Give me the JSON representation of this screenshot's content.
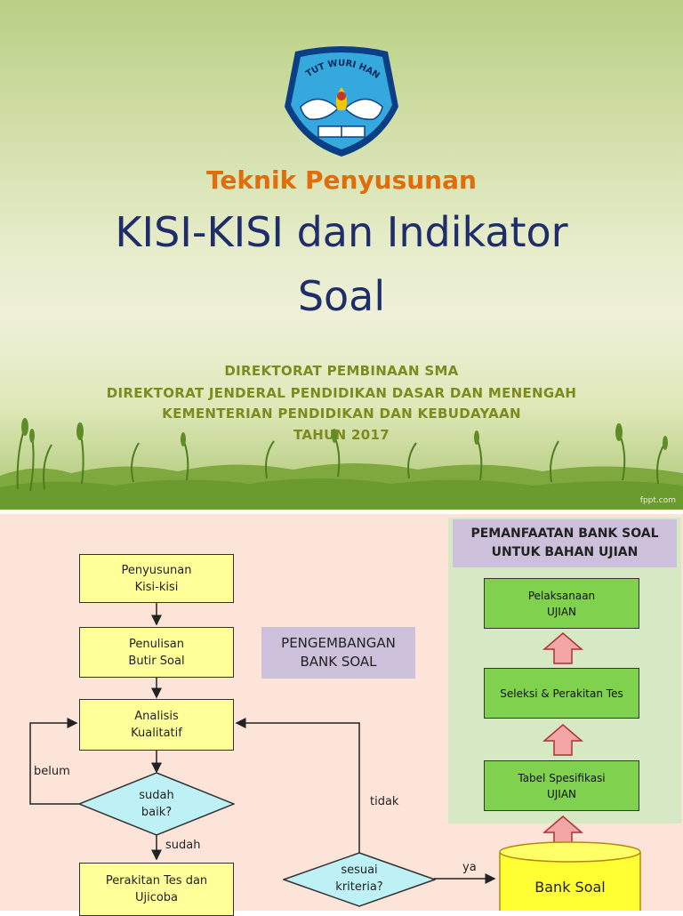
{
  "slide1": {
    "kicker": "Teknik Penyusunan",
    "title_line1": "KISI-KISI dan Indikator",
    "title_line2": "Soal",
    "org_lines": [
      "DIREKTORAT PEMBINAAN SMA",
      "DIREKTORAT JENDERAL PENDIDIKAN DASAR DAN MENENGAH",
      "KEMENTERIAN PENDIDIKAN DAN KEBUDAYAAN",
      "TAHUN 2017"
    ],
    "logo_text": "TUT WURI HANDAYANI",
    "watermark": "fppt.com"
  },
  "slide2": {
    "flow_steps": [
      [
        "Penyusunan",
        "Kisi-kisi"
      ],
      [
        "Penulisan",
        "Butir Soal"
      ],
      [
        "Analisis",
        "Kualitatif"
      ],
      [
        "Perakitan Tes dan",
        "Ujicoba"
      ]
    ],
    "decision1": [
      "sudah",
      "baik?"
    ],
    "decision2": [
      "sesuai",
      "kriteria?"
    ],
    "label_belum": "belum",
    "label_sudah": "sudah",
    "label_tidak": "tidak",
    "label_ya": "ya",
    "dev_label": [
      "PENGEMBANGAN",
      "BANK SOAL"
    ],
    "use_label": [
      "PEMANFAATAN BANK SOAL",
      "UNTUK BAHAN UJIAN"
    ],
    "use_steps": [
      [
        "Pelaksanaan",
        "UJIAN"
      ],
      [
        "Seleksi & Perakitan Tes"
      ],
      [
        "Tabel Spesifikasi",
        "UJIAN"
      ]
    ],
    "bank_label": "Bank Soal",
    "colors": {
      "flow_box": "#ffff99",
      "decision": "#bdf1f6",
      "green_box": "#7fd14e",
      "up_arrow": "#f4a5a5",
      "purple_label": "#ccc0da",
      "slide_bg": "#fde4d8"
    }
  }
}
